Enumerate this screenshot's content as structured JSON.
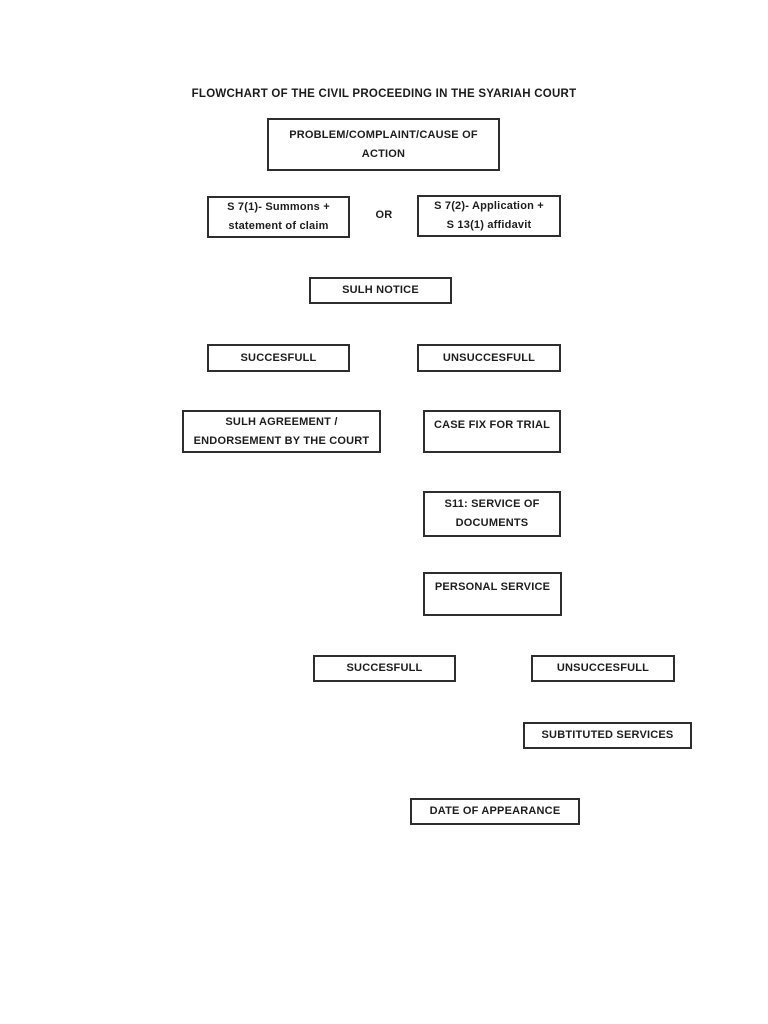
{
  "document": {
    "title": "FLOWCHART OF THE CIVIL PROCEEDING IN THE SYARIAH COURT",
    "or_label": "OR",
    "colors": {
      "page_background": "#ffffff",
      "box_border": "#2e2e2e",
      "text": "#1d1d1d"
    },
    "nodes": {
      "problem": "PROBLEM/COMPLAINT/CAUSE OF\nACTION",
      "summons": "S 7(1)- Summons +\nstatement of claim",
      "application": "S 7(2)- Application +\nS 13(1) affidavit",
      "sulh_notice": "SULH NOTICE",
      "sulh_succesfull": "SUCCESFULL",
      "sulh_unsuccesfull": "UNSUCCESFULL",
      "sulh_agreement": "SULH AGREEMENT /\nENDORSEMENT BY THE COURT",
      "case_fix": "CASE FIX FOR TRIAL",
      "service_of_documents": "S11: SERVICE OF\nDOCUMENTS",
      "personal_service": "PERSONAL SERVICE",
      "service_succesfull": "SUCCESFULL",
      "service_unsuccesfull": "UNSUCCESFULL",
      "subtituted_services": "SUBTITUTED SERVICES",
      "date_of_appearance": "DATE OF APPEARANCE"
    }
  }
}
